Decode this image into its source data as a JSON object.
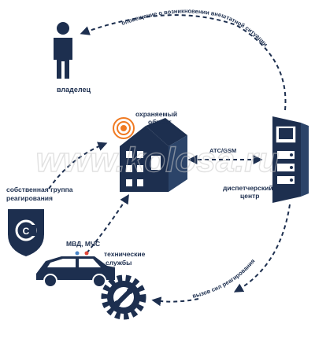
{
  "labels": {
    "owner": "владелец",
    "object": [
      "охраняемый",
      "объект"
    ],
    "dispatch": [
      "диспетчерский",
      "центр"
    ],
    "own_group": [
      "собственная группа",
      "реагирования"
    ],
    "police": "МВД, МЧС",
    "tech": [
      "технические",
      "службы"
    ],
    "link": "АТС/GSM",
    "notify_path": "оповещение о возникновении внештатной ситуации",
    "call_path": "вызов сил реагирования"
  },
  "watermark": "www.kolosa.ru",
  "colors": {
    "navy": "#1d2f4f",
    "signal": "#f07a22",
    "siren_blue": "#4a86c8",
    "siren_red": "#e2473a"
  },
  "icons": {
    "owner": "person-icon",
    "object": "house-icon",
    "dispatch": "server-rack-icon",
    "own_group": "shield-icon",
    "police": "police-car-icon",
    "tech": "gear-wrench-icon"
  }
}
